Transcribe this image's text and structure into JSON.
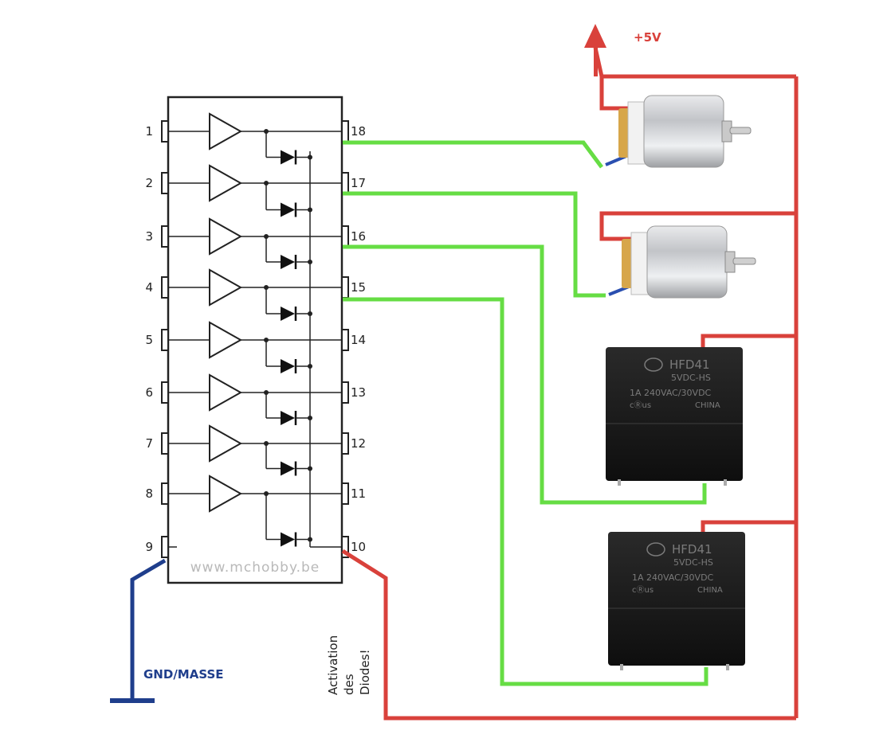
{
  "ic": {
    "left_pins": [
      "1",
      "2",
      "3",
      "4",
      "5",
      "6",
      "7",
      "8",
      "9"
    ],
    "right_pins": [
      "18",
      "17",
      "16",
      "15",
      "14",
      "13",
      "12",
      "11",
      "10"
    ],
    "watermark": "www.mchobby.be"
  },
  "power_label": "+5V",
  "ground_label": "GND/MASSE",
  "activation_label": [
    "Activation",
    "des",
    "Diodes!"
  ],
  "relay": {
    "brand": "HFD41",
    "model": "5VDC-HS",
    "rating": "1A 240VAC/30VDC",
    "cert": "cⓇus",
    "origin": "CHINA"
  },
  "colors": {
    "vcc_wire": "#d9413b",
    "signal_wire": "#66dd44",
    "ground_wire": "#1f3e8c",
    "motor_lead": "#2a4fb0"
  }
}
